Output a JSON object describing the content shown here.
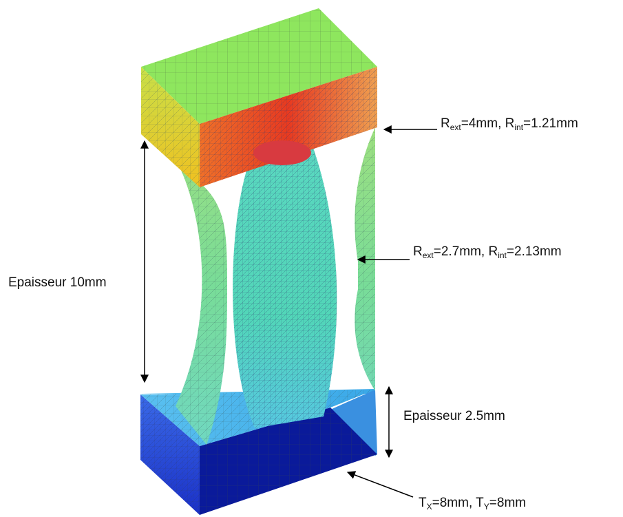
{
  "annotations": {
    "top_radii": {
      "r_ext_sub": "ext",
      "r_ext_value": "=4mm, ",
      "r_int_sub": "int",
      "r_int_value": "=1.21mm"
    },
    "mid_radii": {
      "r_ext_sub": "ext",
      "r_ext_value": "=2.7mm, ",
      "r_int_sub": "int",
      "r_int_value": "=2.13mm"
    },
    "total_thickness": "Epaisseur 10mm",
    "base_thickness": "Epaisseur 2.5mm",
    "base_size": {
      "tx_sub": "X",
      "tx_value": "=8mm, ",
      "ty_sub": "Y",
      "ty_value": "=8mm"
    }
  },
  "colors": {
    "top_face": "#8ee65e",
    "top_left_face": "#e8d640",
    "top_front_face": "#e8502a",
    "neck": "#6ed49a",
    "core": "#55d9b4",
    "base_top": "#5fb8ee",
    "base_left": "#2244d8",
    "base_front": "#0a1a9a",
    "mesh": "#5a6a70"
  }
}
